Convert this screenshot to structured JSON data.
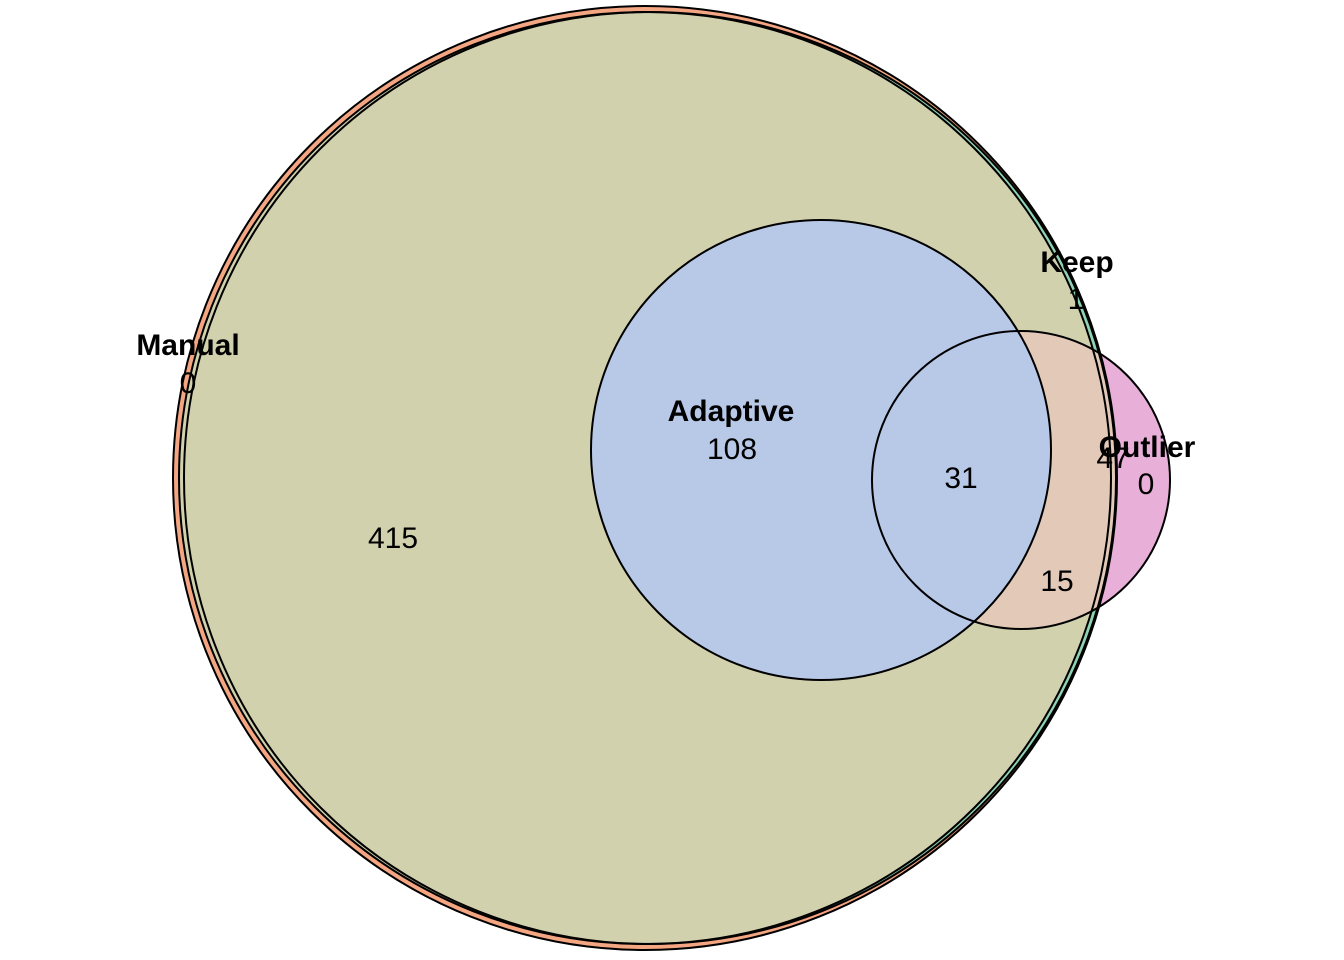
{
  "diagram": {
    "type": "euler-venn",
    "sets": [
      {
        "id": "manual",
        "name": "Manual",
        "color": "#F4A582"
      },
      {
        "id": "keep",
        "name": "Keep",
        "color": "#8FD2B4"
      },
      {
        "id": "adaptive",
        "name": "Adaptive",
        "color": "#B8C9E8"
      },
      {
        "id": "outlier",
        "name": "Outlier",
        "color": "#E8B0D8"
      }
    ],
    "manual_keep_overlap_color": "#D2D1AE",
    "region_counts": {
      "manual_only": "0",
      "keep_only": "1",
      "manual_keep": "415",
      "adaptive": "108",
      "adaptive_outlier": "31",
      "outlier_in_manual_keep": "15",
      "outlier_keep": "47",
      "outlier_only": "0"
    }
  }
}
